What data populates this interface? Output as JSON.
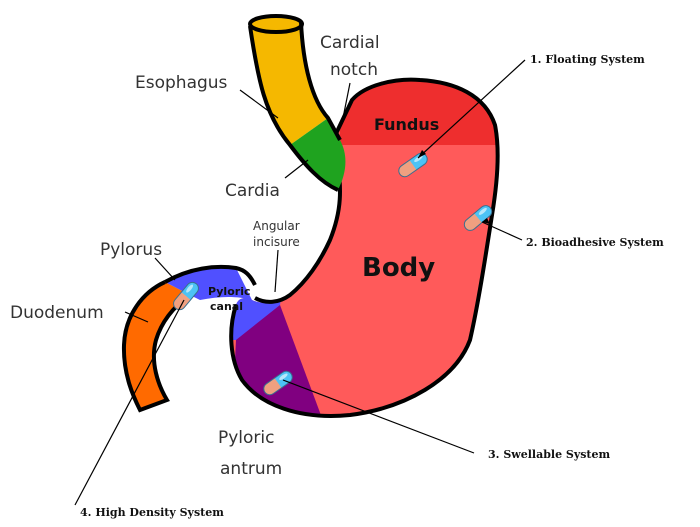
{
  "colors": {
    "esophagus": "#f5b800",
    "cardia": "#1fa31f",
    "fundus": "#ee2e2e",
    "body": "#ff5a5a",
    "pyloric_canal": "#5050ff",
    "pyloric_antrum": "#800080",
    "duodenum": "#ff6a00",
    "outline": "#000000",
    "capsule_blue": "#4cc3f5",
    "capsule_orange": "#f0a080"
  },
  "anatomy_labels": {
    "cardial_notch_line1": "Cardial",
    "cardial_notch_line2": "notch",
    "esophagus": "Esophagus",
    "cardia": "Cardia",
    "fundus": "Fundus",
    "body": "Body",
    "angular_incisure_line1": "Angular",
    "angular_incisure_line2": "incisure",
    "pylorus": "Pylorus",
    "pyloric_canal_line1": "Pyloric",
    "pyloric_canal_line2": "canal",
    "duodenum": "Duodenum",
    "pyloric_antrum_line1": "Pyloric",
    "pyloric_antrum_line2": "antrum"
  },
  "systems": {
    "floating": "1. Floating System",
    "bioadhesive": "2. Bioadhesive System",
    "swellable": "3. Swellable System",
    "high_density": "4. High Density System"
  },
  "icons": [
    "capsule-icon"
  ]
}
